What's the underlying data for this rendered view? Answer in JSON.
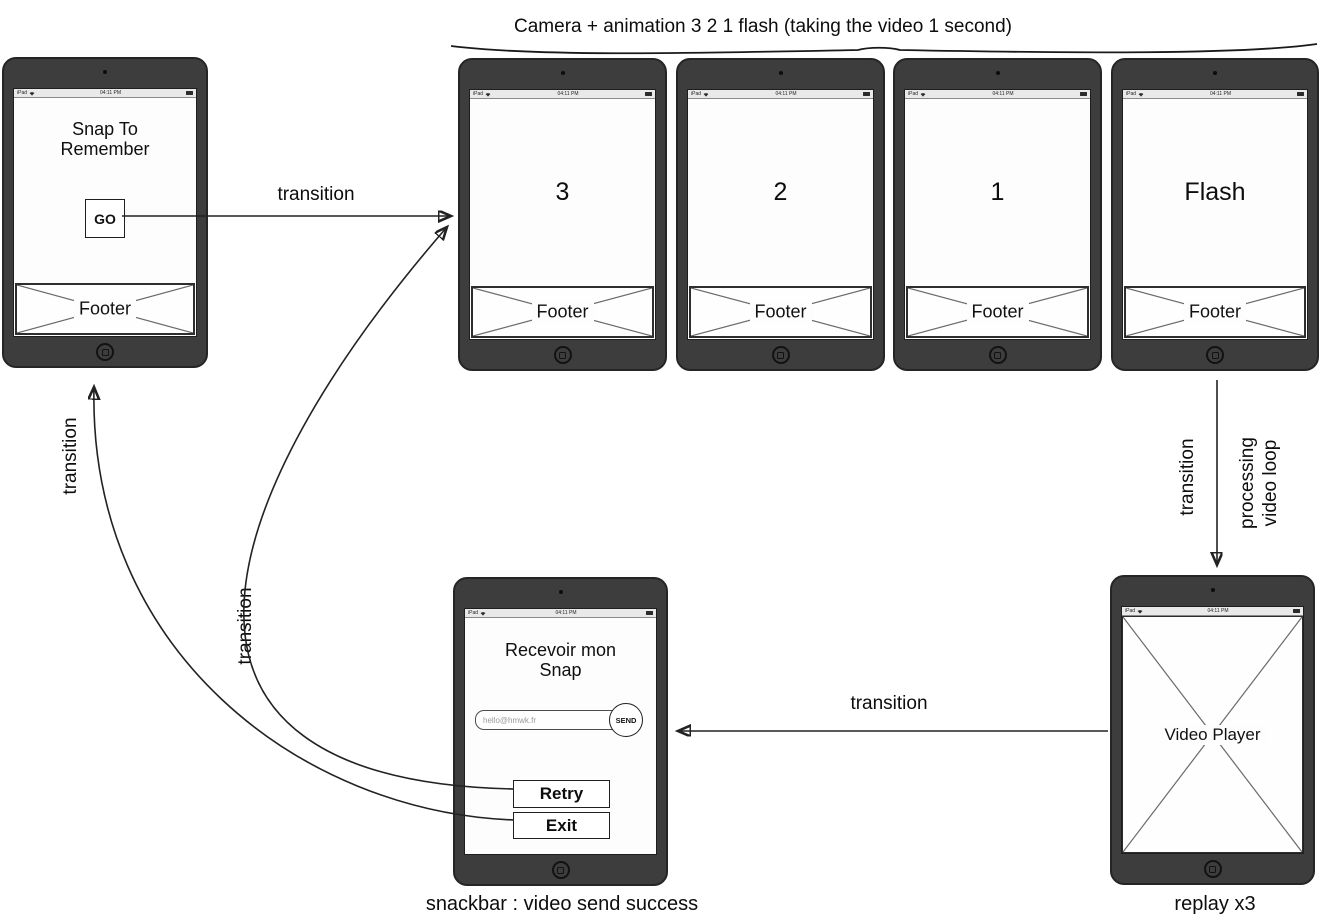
{
  "captions": {
    "camera_group": "Camera + animation 3 2 1 flash (taking the video 1 second)",
    "snackbar": "snackbar : video send success",
    "replay": "replay x3"
  },
  "arrows": {
    "go_to_camera": "transition",
    "exit_to_home": "transition",
    "retry_to_camera": "transition",
    "flash_to_player": "transition",
    "processing_line1": "processing",
    "processing_line2": "video loop",
    "player_to_receive": "transition"
  },
  "statusbar": {
    "device": "iPad",
    "time": "04:11 PM"
  },
  "screens": {
    "home": {
      "title_line1": "Snap To",
      "title_line2": "Remember",
      "go_button": "GO",
      "footer": "Footer"
    },
    "count3": {
      "value": "3",
      "footer": "Footer"
    },
    "count2": {
      "value": "2",
      "footer": "Footer"
    },
    "count1": {
      "value": "1",
      "footer": "Footer"
    },
    "flash": {
      "value": "Flash",
      "footer": "Footer"
    },
    "receive": {
      "title_line1": "Recevoir mon",
      "title_line2": "Snap",
      "email_placeholder": "hello@hmwk.fr",
      "send_button": "SEND",
      "retry_button": "Retry",
      "exit_button": "Exit"
    },
    "player": {
      "label": "Video Player"
    }
  }
}
